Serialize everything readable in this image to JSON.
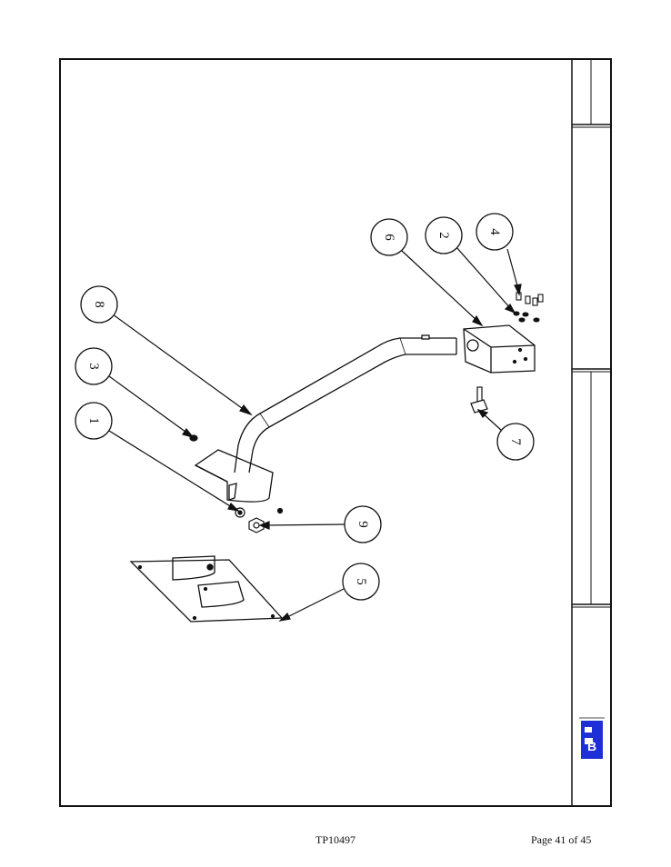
{
  "footer": {
    "doc_number": "TP10497",
    "page_label": "Page 41 of 45"
  },
  "callouts": [
    {
      "id": "1",
      "label": "1"
    },
    {
      "id": "2",
      "label": "2"
    },
    {
      "id": "3",
      "label": "3"
    },
    {
      "id": "4",
      "label": "4"
    },
    {
      "id": "5",
      "label": "5"
    },
    {
      "id": "6",
      "label": "6"
    },
    {
      "id": "7",
      "label": "7"
    },
    {
      "id": "8",
      "label": "8"
    },
    {
      "id": "9",
      "label": "9"
    }
  ],
  "logo": {
    "letter": "B",
    "color": "#1f2fd6"
  }
}
